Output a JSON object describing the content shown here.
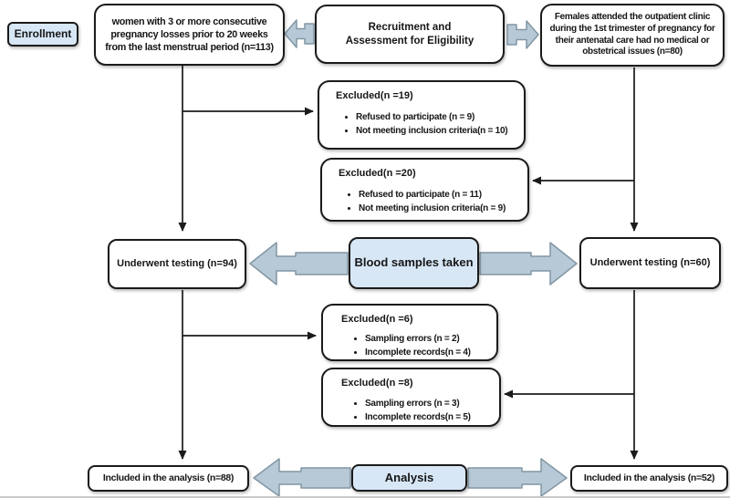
{
  "colors": {
    "highlight_fill": "#d8e7f6",
    "box_fill": "#ffffff",
    "box_border": "#1b1b1b",
    "block_arrow_fill": "#b7c9d6",
    "block_arrow_border": "#8296a3",
    "connector": "#1b1b1b"
  },
  "labels": {
    "enrollment": "Enrollment",
    "blood_samples": "Blood samples taken",
    "analysis": "Analysis"
  },
  "boxes": {
    "rpl_group": "women with 3 or more consecutive pregnancy losses prior to 20 weeks from the last menstrual period (n=113)",
    "recruitment": "Recruitment and Assessment for Eligibility",
    "control_group": "Females attended the outpatient clinic during the 1st trimester of pregnancy for their antenatal care had no medical or obstetrical issues (n=80)",
    "testing_left": "Underwent testing (n=94)",
    "testing_right": "Underwent testing (n=60)",
    "included_left": "Included in the analysis (n=88)",
    "included_right": "Included in the analysis (n=52)"
  },
  "exclusions": [
    {
      "title": "Excluded(n =19)",
      "items": [
        "Refused to participate (n = 9)",
        "Not meeting inclusion criteria(n = 10)"
      ]
    },
    {
      "title": "Excluded(n =20)",
      "items": [
        "Refused to participate (n = 11)",
        "Not meeting inclusion criteria(n = 9)"
      ]
    },
    {
      "title": "Excluded(n =6)",
      "items": [
        "Sampling errors (n = 2)",
        "Incomplete records(n = 4)"
      ]
    },
    {
      "title": "Excluded(n =8)",
      "items": [
        "Sampling errors (n = 3)",
        "Incomplete records(n = 5)"
      ]
    }
  ]
}
